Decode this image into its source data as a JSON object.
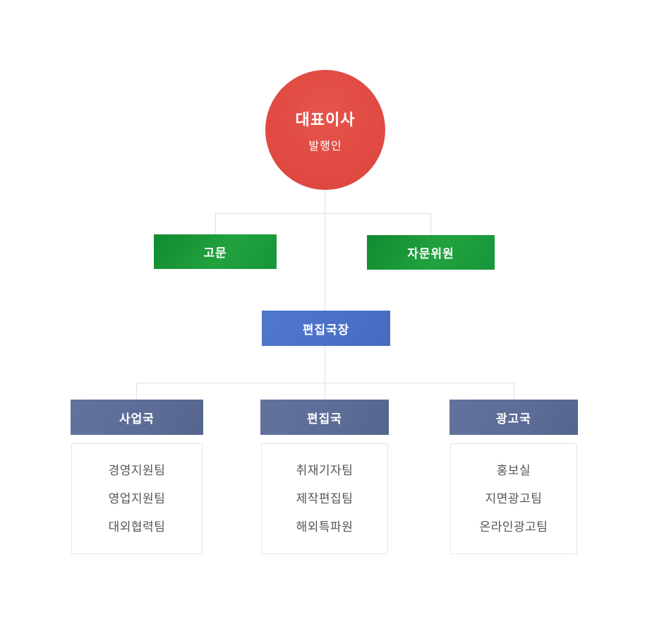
{
  "org_chart": {
    "root": {
      "title": "대표이사",
      "subtitle": "발행인"
    },
    "advisors": [
      {
        "label": "고문"
      },
      {
        "label": "자문위원"
      }
    ],
    "chief": {
      "label": "편집국장"
    },
    "departments": [
      {
        "name": "사업국",
        "teams": [
          "경영지원팀",
          "영업지원팀",
          "대외협력팀"
        ]
      },
      {
        "name": "편집국",
        "teams": [
          "취재기자팀",
          "제작편집팀",
          "해외특파원"
        ]
      },
      {
        "name": "광고국",
        "teams": [
          "홍보실",
          "지면광고팀",
          "온라인광고팀"
        ]
      }
    ],
    "colors": {
      "root_red": "#e04b43",
      "advisor_green": "#1b9a38",
      "chief_blue": "#4a71c8",
      "department_slate": "#5c6d97",
      "connector_line": "#dcdfe6",
      "node_text": "#ffffff",
      "team_text": "#555555",
      "team_box_border": "#e2e6ec",
      "background": "#ffffff"
    }
  }
}
